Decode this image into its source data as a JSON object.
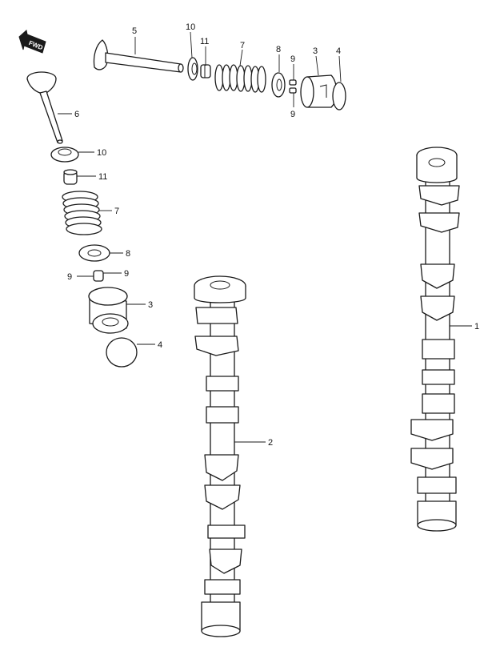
{
  "fwd_marker": {
    "text": "FWD",
    "icon": "forward-arrow-icon"
  },
  "callouts": [
    {
      "id": "c5",
      "text": "5"
    },
    {
      "id": "c10a",
      "text": "10"
    },
    {
      "id": "c11a",
      "text": "11"
    },
    {
      "id": "c7a",
      "text": "7"
    },
    {
      "id": "c8a",
      "text": "8"
    },
    {
      "id": "c9a",
      "text": "9"
    },
    {
      "id": "c3a",
      "text": "3"
    },
    {
      "id": "c4a",
      "text": "4"
    },
    {
      "id": "c9b",
      "text": "9"
    },
    {
      "id": "c6",
      "text": "6"
    },
    {
      "id": "c10b",
      "text": "10"
    },
    {
      "id": "c11b",
      "text": "11"
    },
    {
      "id": "c7b",
      "text": "7"
    },
    {
      "id": "c8b",
      "text": "8"
    },
    {
      "id": "c9c",
      "text": "9"
    },
    {
      "id": "c9d",
      "text": "9"
    },
    {
      "id": "c3b",
      "text": "3"
    },
    {
      "id": "c4b",
      "text": "4"
    },
    {
      "id": "c1",
      "text": "1"
    },
    {
      "id": "c2",
      "text": "2"
    }
  ]
}
